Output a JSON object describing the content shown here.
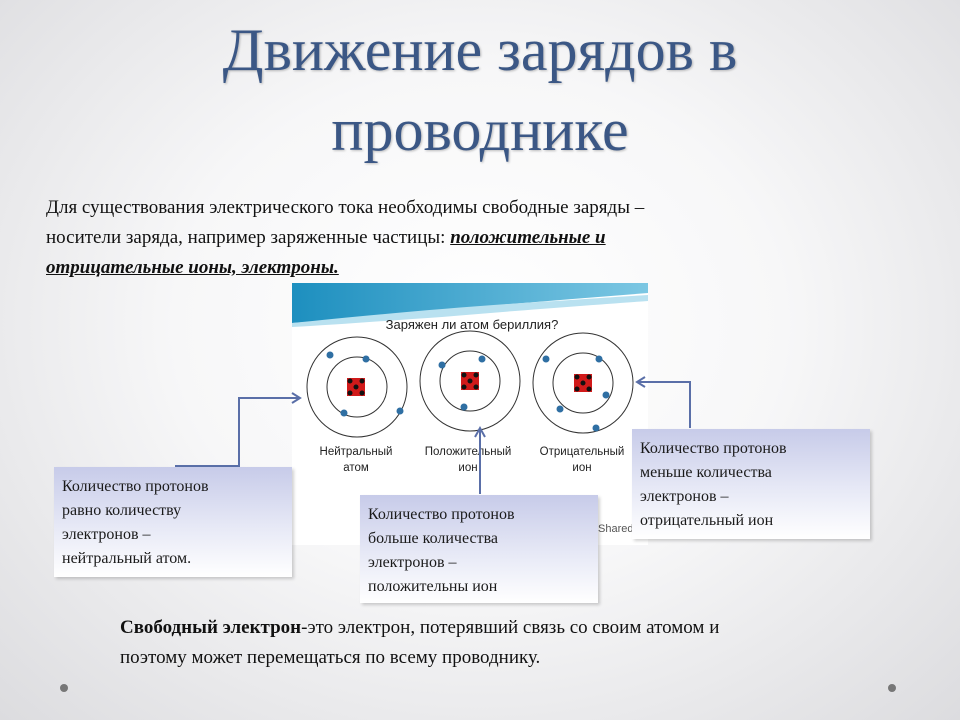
{
  "slide": {
    "title_line1": "Движение зарядов в",
    "title_line2": "проводнике",
    "intro_line1": "Для существования электрического тока необходимы свободные заряды –",
    "intro_line2_plain": "носители заряда, например заряженные частицы: ",
    "intro_line2_em": "положительные и",
    "intro_line3_em": "отрицательные ионы, электроны. ",
    "definition_term": "Свободный электрон",
    "definition_rest": "-это электрон, потерявший связь со своим атомом и",
    "definition_line2": "поэтому может перемещаться по всему проводнику."
  },
  "figure": {
    "question": "Заряжен ли атом бериллия?",
    "atoms": [
      {
        "label_line1": "Нейтральный",
        "label_line2": "атом"
      },
      {
        "label_line1": "Положительный",
        "label_line2": "ион"
      },
      {
        "label_line1": "Отрицательный",
        "label_line2": "ион"
      }
    ],
    "watermark": "Shared"
  },
  "boxes": {
    "neutral": [
      "Количество протонов",
      "равно количеству",
      "электронов –",
      "нейтральный атом."
    ],
    "positive": [
      "Количество протонов",
      "больше количества",
      "электронов –",
      "положительны ион"
    ],
    "negative": [
      "Количество протонов",
      "меньше количества",
      "электронов –",
      "отрицательный ион"
    ]
  },
  "colors": {
    "title": "#3b5785",
    "connector": "#5a6fa8",
    "electron": "#2f6fa3",
    "nucleus": "#d11a1a"
  }
}
